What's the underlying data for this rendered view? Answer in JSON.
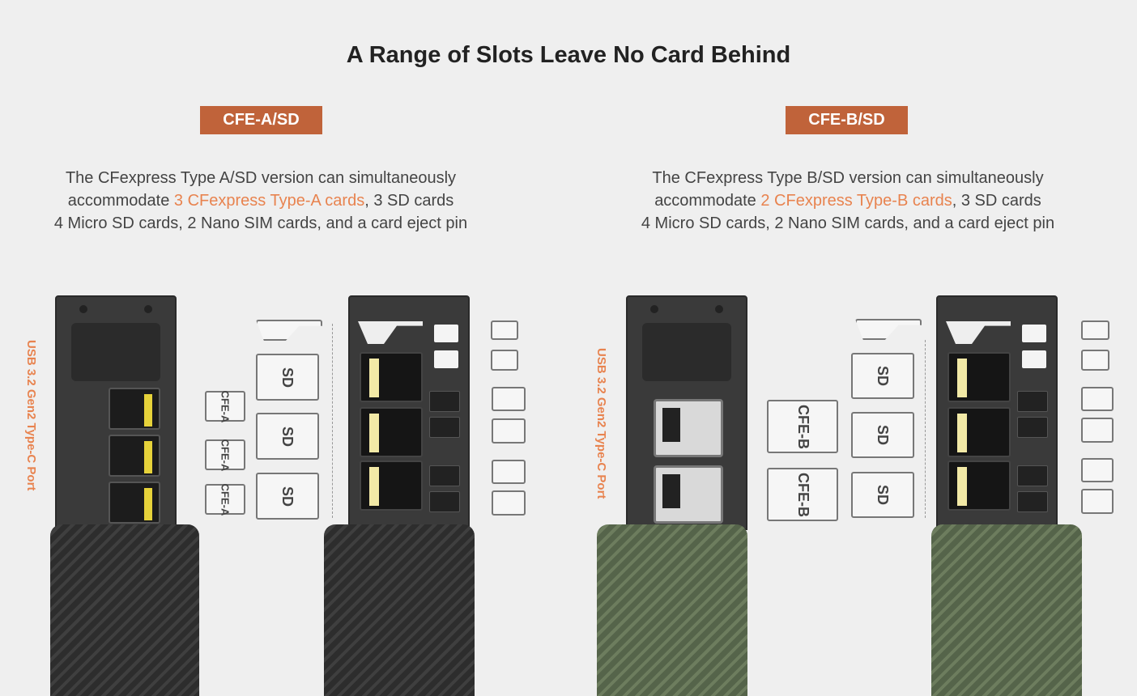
{
  "title": "A Range of Slots Leave No Card Behind",
  "versions": [
    {
      "badge": "CFE-A/SD",
      "desc_line1": "The CFexpress Type A/SD version can simultaneously",
      "desc_line2_pre": "accommodate ",
      "desc_line2_hl": "3 CFexpress Type-A cards",
      "desc_line2_post": ", 3 SD cards",
      "desc_line3": "4 Micro SD cards, 2 Nano SIM cards, and a card eject pin",
      "port_label": "USB 3.2 Gen2 Type-C Port",
      "card_label": "CFE-A",
      "sd_label": "SD",
      "color": "#3a3a3a"
    },
    {
      "badge": "CFE-B/SD",
      "desc_line1": "The CFexpress Type B/SD version can simultaneously",
      "desc_line2_pre": "accommodate ",
      "desc_line2_hl": "2 CFexpress Type-B cards",
      "desc_line2_post": ", 3 SD cards",
      "desc_line3": "4 Micro SD cards, 2 Nano SIM cards, and a card eject pin",
      "port_label": "USB 3.2 Gen2 Type-C Port",
      "card_label": "CFE-B",
      "sd_label": "SD",
      "color": "#5b6a50"
    }
  ],
  "colors": {
    "accent": "#c0633a",
    "highlight": "#e8834f",
    "background": "#efefef"
  }
}
